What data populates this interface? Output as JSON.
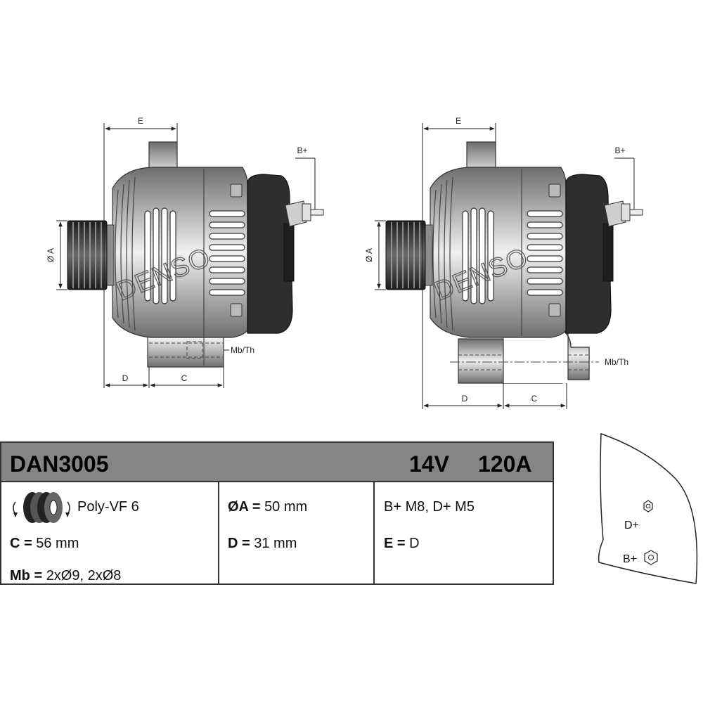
{
  "diagram": {
    "dimension_labels": {
      "e": "E",
      "b_plus": "B+",
      "dia_a": "Ø A",
      "mb_th": "Mb/Th",
      "d": "D",
      "c": "C"
    },
    "watermark": "DENSO",
    "terminal_labels": {
      "d_plus": "D+",
      "b_plus": "B+"
    }
  },
  "spec_table": {
    "part_number": "DAN3005",
    "voltage": "14V",
    "amperage": "120A",
    "pulley": {
      "icon": "pulley-icon",
      "value": "Poly-VF 6"
    },
    "c": {
      "label": "C",
      "eq": " = ",
      "value": "56 mm"
    },
    "mb": {
      "label": "Mb",
      "eq": " = ",
      "value": "2xØ9, 2xØ8"
    },
    "dia_a": {
      "label": "ØA",
      "eq": " = ",
      "value": "50 mm"
    },
    "d": {
      "label": "D",
      "eq": " = ",
      "value": "31 mm"
    },
    "terminals": "B+ M8, D+ M5",
    "e": {
      "label": "E",
      "eq": " = ",
      "value": "D"
    }
  }
}
